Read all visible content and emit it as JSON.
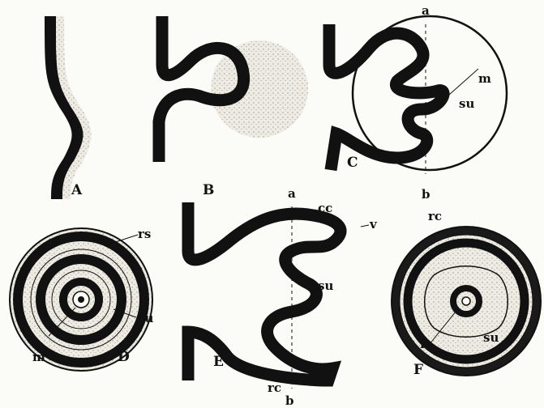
{
  "figure_labels": {
    "A": "A",
    "B": "B",
    "C": "C",
    "D": "D",
    "E": "E",
    "F": "F"
  },
  "annotations": {
    "c_a": "a",
    "c_b": "b",
    "c_m": "m",
    "c_su": "su",
    "d_rs": "rs",
    "d_su": "su",
    "d_m": "m",
    "e_a": "a",
    "e_cc": "cc",
    "e_v": "v",
    "e_su": "su",
    "e_rc": "rc",
    "e_b": "b",
    "f_rc": "rc",
    "f_su": "su",
    "f_m": "m"
  },
  "colors": {
    "ink": "#111111",
    "paper": "#fbfbf8",
    "mesoderm_stipple": "#d8d5cc"
  }
}
